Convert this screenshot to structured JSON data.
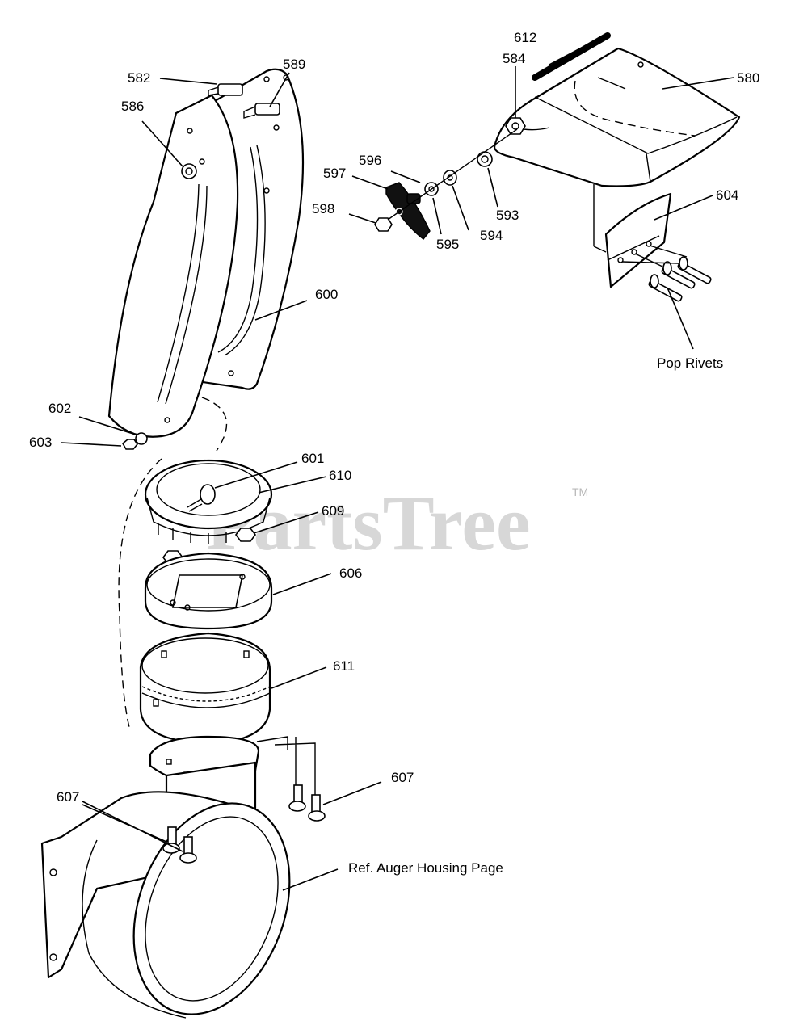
{
  "watermark": {
    "brand": "PartsTree",
    "trademark": "TM"
  },
  "labels": {
    "p580": "580",
    "p582": "582",
    "p584": "584",
    "p586": "586",
    "p589": "589",
    "p593": "593",
    "p594": "594",
    "p595": "595",
    "p596": "596",
    "p597": "597",
    "p598": "598",
    "p600": "600",
    "p601": "601",
    "p602": "602",
    "p603": "603",
    "p604": "604",
    "p606": "606",
    "p607a": "607",
    "p607b": "607",
    "p609": "609",
    "p610": "610",
    "p611": "611",
    "p612": "612",
    "pop_rivets": "Pop Rivets",
    "ref_auger": "Ref. Auger Housing Page"
  }
}
